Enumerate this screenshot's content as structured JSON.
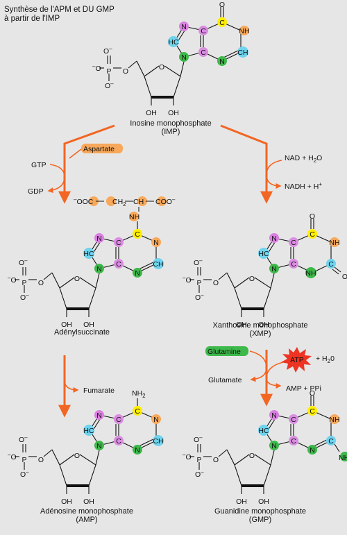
{
  "title": {
    "line1": "Synthèse de l'APM et DU GMP",
    "line2": "à partir de l'IMP"
  },
  "molecules": {
    "imp": {
      "name": "Inosine monophosphate",
      "abbr": "(IMP)"
    },
    "sadenyl": {
      "name": "Adénylsuccinate"
    },
    "xmp": {
      "name": "Xanthosine monophosphate",
      "abbr": "(XMP)"
    },
    "amp": {
      "name": "Adénosine monophosphate",
      "abbr": "(AMP)"
    },
    "gmp": {
      "name": "Guanidine monophosphate",
      "abbr": "(GMP)"
    }
  },
  "reagents": {
    "gtp": "GTP",
    "gdp": "GDP",
    "aspartate": "Aspartate",
    "nad": "NAD + H",
    "nad_sub": "2",
    "nad_tail": "O",
    "nadh": "NADH + H",
    "nadh_sup": "+",
    "fumarate": "Fumarate",
    "glutamine": "Glutamine",
    "glutamate": "Glutamate",
    "atp": "ATP",
    "h2o": "+ H",
    "h2o_sub": "2",
    "h2o_tail": "0",
    "amp_ppi": "AMP + PPi"
  },
  "atoms": {
    "N": "N",
    "C": "C",
    "O": "O",
    "HC": "HC",
    "H": "H",
    "OH": "OH",
    "P": "P",
    "NH": "NH",
    "NH2": "NH",
    "sub2": "2",
    "minus": "–"
  },
  "succinyl": {
    "ooc": "OOC",
    "ch2": "CH",
    "ch": "CH",
    "coo": "COO",
    "nh": "NH"
  },
  "colors": {
    "background": "#e6e6e6",
    "arrow": "#f26522",
    "nitrogen_ring": "#da7fe0",
    "carbon_ring": "#d98ce0",
    "nitrogen_blue": "#6fd3ee",
    "green": "#3db84a",
    "yellow": "#ffee00",
    "orange": "#f7a85a",
    "glutamine_green": "#3db84a"
  }
}
